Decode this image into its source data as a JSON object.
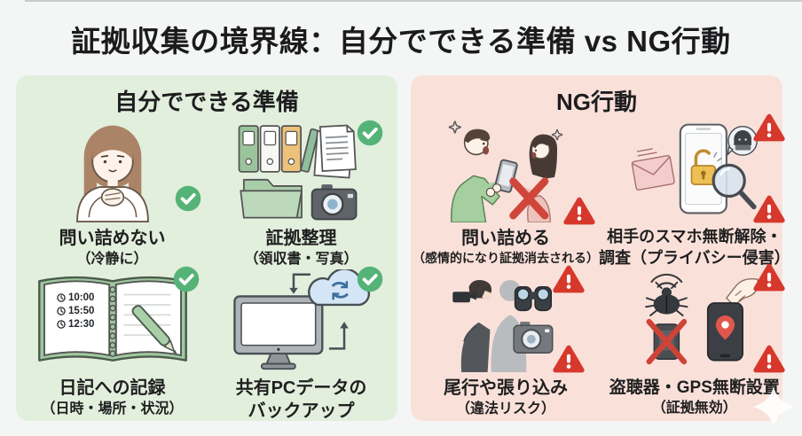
{
  "title": "証拠収集の境界線：自分でできる準備 vs NG行動",
  "ok_panel": {
    "header": "自分でできる準備",
    "items": [
      {
        "line1": "問い詰めない",
        "line2": "（冷静に）",
        "icon": "calm-woman"
      },
      {
        "line1": "証拠整理",
        "line2": "（領収書・写真）",
        "icon": "evidence-organizing"
      },
      {
        "line1": "日記への記録",
        "line2": "（日時・場所・状況）",
        "icon": "diary-notebook"
      },
      {
        "line1": "共有PCデータの",
        "line2": "バックアップ",
        "icon": "pc-cloud-backup"
      }
    ],
    "diary_times": [
      "10:00",
      "15:50",
      "12:30"
    ]
  },
  "ng_panel": {
    "header": "NG行動",
    "items": [
      {
        "line1": "問い詰める",
        "line2": "（感情的になり証拠消去される）",
        "icon": "arguing-couple"
      },
      {
        "line1": "相手のスマホ無断解除・",
        "line2": "調査（プライバシー侵害）",
        "icon": "phone-snooping"
      },
      {
        "line1": "尾行や張り込み",
        "line2": "（違法リスク）",
        "icon": "stalking-surveillance"
      },
      {
        "line1": "盗聴器・GPS無断設置",
        "line2": "（証拠無効）",
        "icon": "bug-gps-tracker"
      }
    ]
  },
  "colors": {
    "ok_panel_bg": "#e2efdd",
    "ng_panel_bg": "#f9e1da",
    "check_green": "#55b377",
    "warning_red": "#d7382c",
    "cross_red": "#d0463b",
    "page_bg": "#f3f6f5"
  }
}
